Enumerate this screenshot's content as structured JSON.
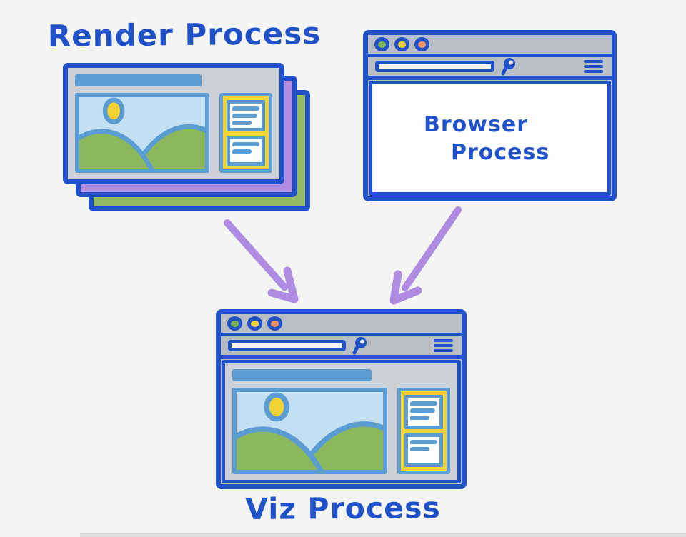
{
  "diagram": {
    "nodes": [
      {
        "id": "render-process",
        "label": "Render Process",
        "kind": "stacked-page-frames"
      },
      {
        "id": "browser-process",
        "label": "Browser Process",
        "line1": "Browser",
        "line2": "Process",
        "kind": "browser-window"
      },
      {
        "id": "viz-process",
        "label": "Viz Process",
        "kind": "browser-window-with-page"
      }
    ],
    "edges": [
      {
        "from": "render-process",
        "to": "viz-process"
      },
      {
        "from": "browser-process",
        "to": "viz-process"
      }
    ]
  },
  "colors": {
    "ink_blue": "#2151c9",
    "sketch_blue": "#5b9cd3",
    "sky_blue": "#c3dff2",
    "grass_green": "#8cb85c",
    "sun_yellow": "#f2d335",
    "panel_yellow": "#f2d335",
    "chrome_gray": "#b7bec4",
    "card_gray": "#cbd1d6",
    "stack_purple": "#b08ce1",
    "stack_green": "#94ba63",
    "arrow_purple": "#ad8ce1",
    "traffic_light_green": "#7db356",
    "traffic_light_yellow": "#f0d23f",
    "traffic_light_orange": "#ef9165",
    "background": "#f4f5f3"
  }
}
